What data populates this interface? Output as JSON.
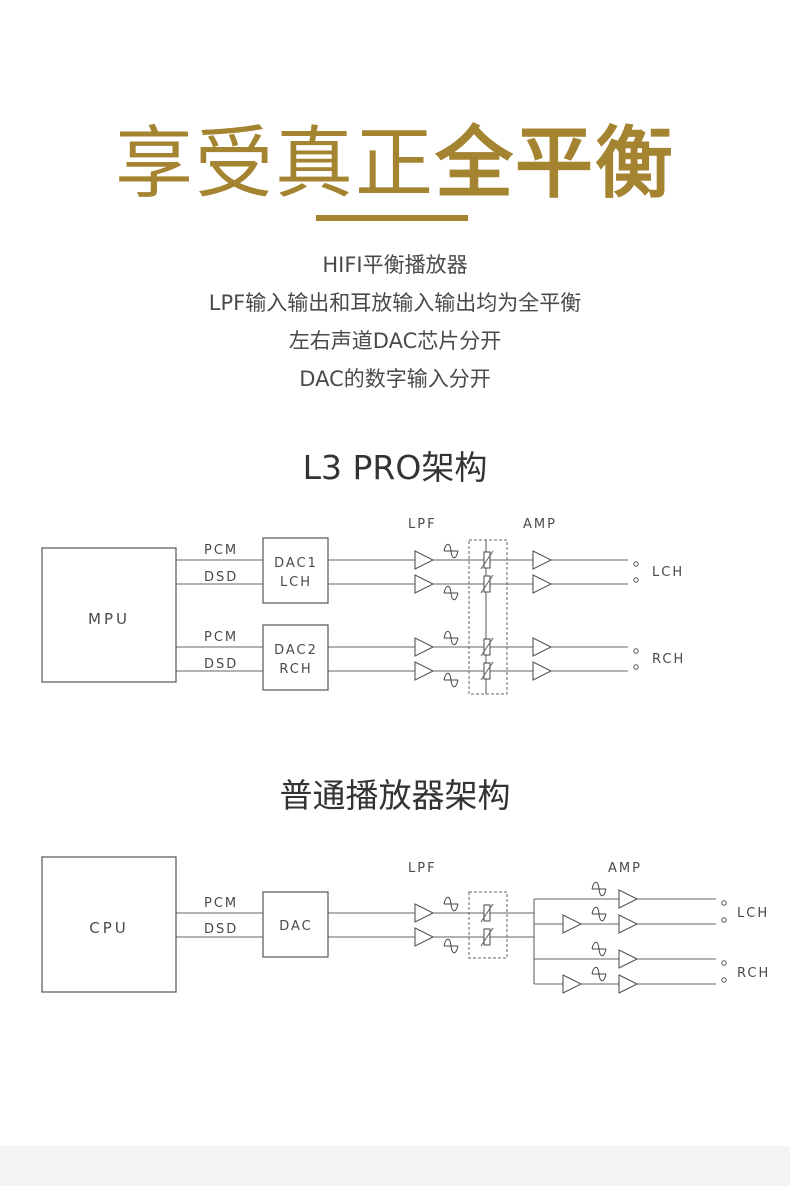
{
  "headline": {
    "part1": "享受真正",
    "part2": "全平衡"
  },
  "features": [
    "HIFI平衡播放器",
    "LPF输入输出和耳放输入输出均为全平衡",
    "左右声道DAC芯片分开",
    "DAC的数字输入分开"
  ],
  "diagram_pro": {
    "title": "L3 PRO架构",
    "mpu_label": "MPU",
    "lpf_label": "LPF",
    "amp_label": "AMP",
    "pcm_label": "PCM",
    "dsd_label": "DSD",
    "dac1": {
      "line1": "DAC1",
      "line2": "LCH"
    },
    "dac2": {
      "line1": "DAC2",
      "line2": "RCH"
    },
    "lch_label": "LCH",
    "rch_label": "RCH"
  },
  "diagram_normal": {
    "title": "普通播放器架构",
    "cpu_label": "CPU",
    "lpf_label": "LPF",
    "amp_label": "AMP",
    "pcm_label": "PCM",
    "dsd_label": "DSD",
    "dac_label": "DAC",
    "lch_label": "LCH",
    "rch_label": "RCH"
  },
  "colors": {
    "gold": "#a48331",
    "line": "#666666",
    "text": "#333333"
  }
}
